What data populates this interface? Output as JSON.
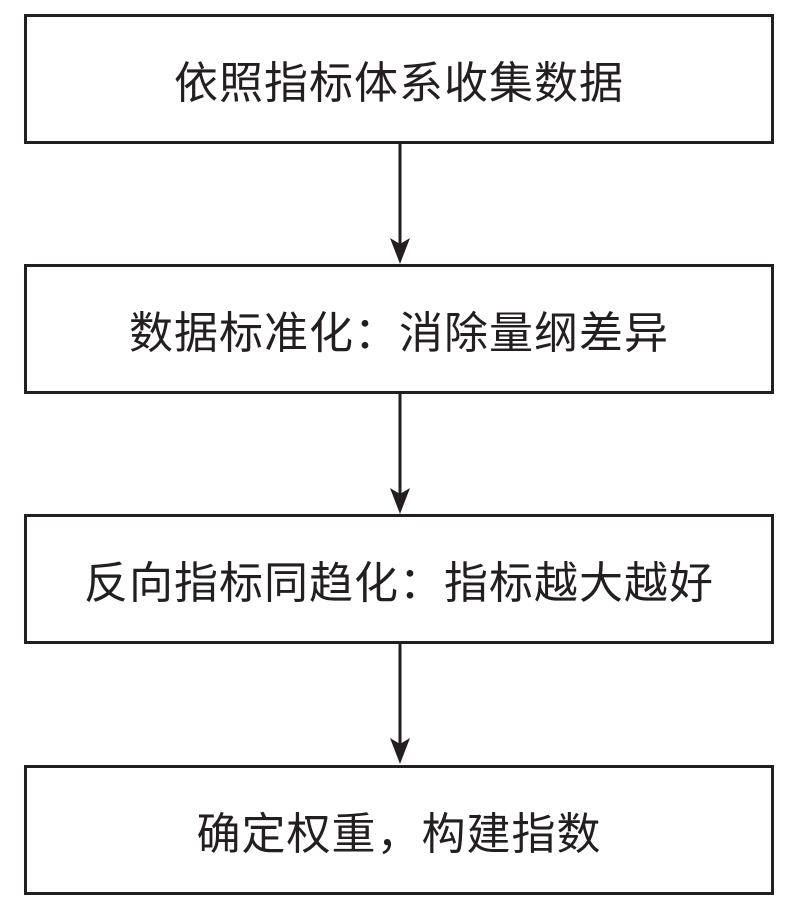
{
  "steps": [
    {
      "label": "依照指标体系收集数据"
    },
    {
      "label": "数据标准化：消除量纲差异"
    },
    {
      "label": "反向指标同趋化：指标越大越好"
    },
    {
      "label": "确定权重，构建指数"
    }
  ],
  "colors": {
    "stroke": "#231f20",
    "text": "#231f20",
    "background": "#ffffff"
  }
}
